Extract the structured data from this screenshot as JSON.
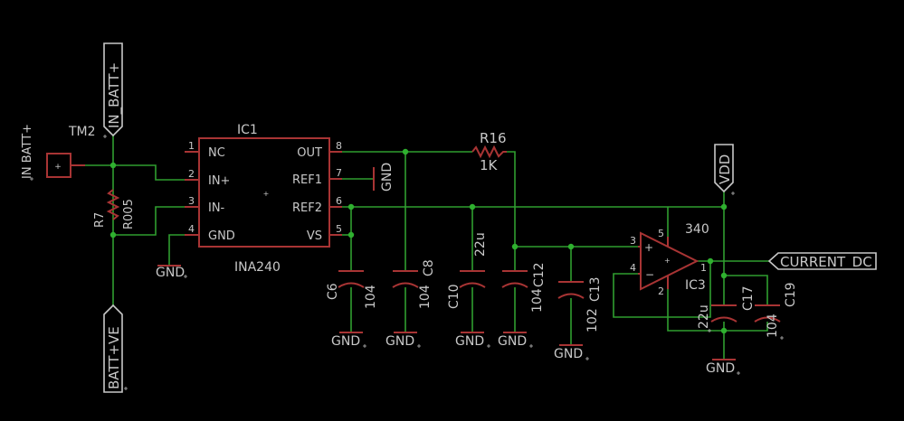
{
  "colors": {
    "wire": "#2f9e2f",
    "part": "#a83434",
    "text": "#c8c8c8",
    "junction": "#2fb02f",
    "background": "#000000"
  },
  "net_flags": {
    "in_batt": "IN_BATT+",
    "batt_ve": "BATT+VE",
    "vdd": "VDD",
    "current_dc": "CURRENT_DC"
  },
  "labels": {
    "in_batt_pad": "IN BATT+",
    "tm2": "TM2",
    "r7_name": "R7",
    "r7_value": "R005",
    "gnd": "GND"
  },
  "ic1": {
    "name": "IC1",
    "part": "INA240",
    "pins_left": [
      {
        "num": "1",
        "name": "NC"
      },
      {
        "num": "2",
        "name": "IN+"
      },
      {
        "num": "3",
        "name": "IN-"
      },
      {
        "num": "4",
        "name": "GND"
      }
    ],
    "pins_right": [
      {
        "num": "8",
        "name": "OUT"
      },
      {
        "num": "7",
        "name": "REF1"
      },
      {
        "num": "6",
        "name": "REF2"
      },
      {
        "num": "5",
        "name": "VS"
      }
    ]
  },
  "r16": {
    "name": "R16",
    "value": "1K"
  },
  "caps": [
    {
      "name": "C6",
      "value": "104"
    },
    {
      "name": "C8",
      "value": "104"
    },
    {
      "name": "C10",
      "value": "22u"
    },
    {
      "name": "C12",
      "value": "104"
    },
    {
      "name": "C13",
      "value": "102"
    },
    {
      "name": "C17",
      "value": "22u"
    },
    {
      "name": "C19",
      "value": "104"
    }
  ],
  "ic3": {
    "name": "IC3",
    "part": "340",
    "pin_plus": "3",
    "pin_minus": "4",
    "pin_out": "1",
    "pin_v": "5",
    "pin_gnd": "2"
  }
}
